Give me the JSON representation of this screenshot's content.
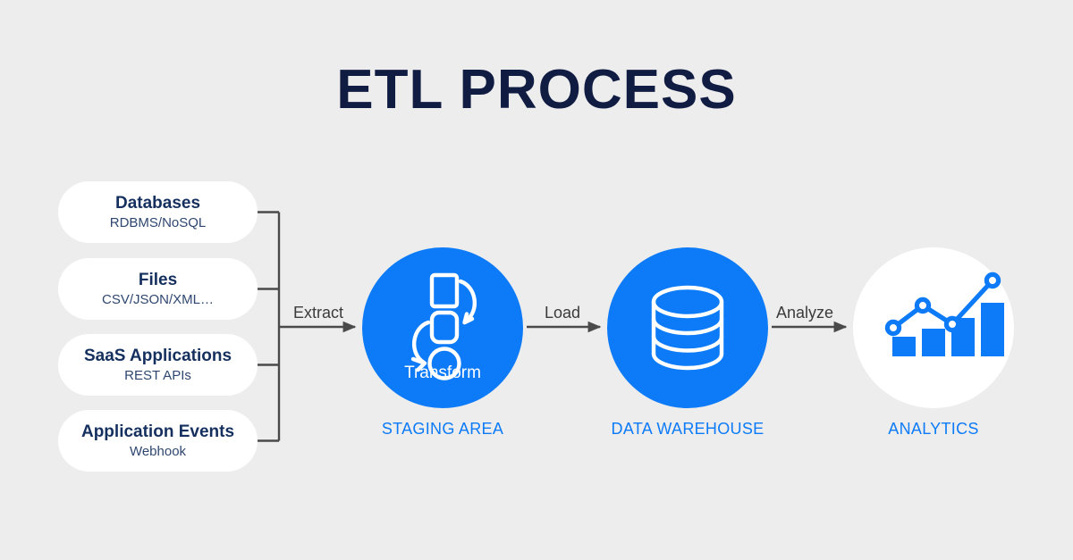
{
  "page": {
    "title": "ETL PROCESS",
    "background_color": "#ededed",
    "accent_blue": "#0d7bf7",
    "title_navy": "#101c42",
    "connector_gray": "#4a4a4a"
  },
  "sources": [
    {
      "title": "Databases",
      "subtitle": "RDBMS/NoSQL"
    },
    {
      "title": "Files",
      "subtitle": "CSV/JSON/XML…"
    },
    {
      "title": "SaaS Applications",
      "subtitle": "REST APIs"
    },
    {
      "title": "Application Events",
      "subtitle": "Webhook"
    }
  ],
  "arrows": [
    {
      "label": "Extract"
    },
    {
      "label": "Load"
    },
    {
      "label": "Analyze"
    }
  ],
  "stages": [
    {
      "inner_label": "Transform",
      "caption": "STAGING AREA",
      "icon": "transform-icon",
      "fill": "#0d7bf7"
    },
    {
      "inner_label": "",
      "caption": "DATA WAREHOUSE",
      "icon": "database-cylinder-icon",
      "fill": "#0d7bf7"
    },
    {
      "inner_label": "",
      "caption": "ANALYTICS",
      "icon": "bar-line-chart-icon",
      "fill": "#ffffff"
    }
  ],
  "chart_icon": {
    "bars": [
      1,
      1.55,
      2.2,
      3.05
    ],
    "line_points": [
      1,
      2.2,
      1.55,
      3.3
    ]
  }
}
